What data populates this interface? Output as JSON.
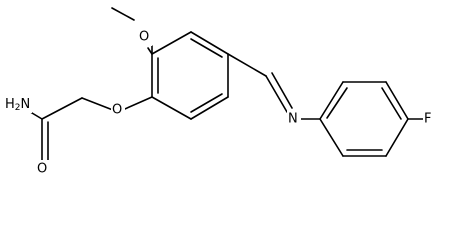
{
  "molecule": {
    "atoms": {
      "amide_n": "H2N",
      "carbonyl_o": "O",
      "ether_o": "O",
      "methoxy_o": "O",
      "imine_n": "N",
      "fluorine": "F"
    }
  }
}
